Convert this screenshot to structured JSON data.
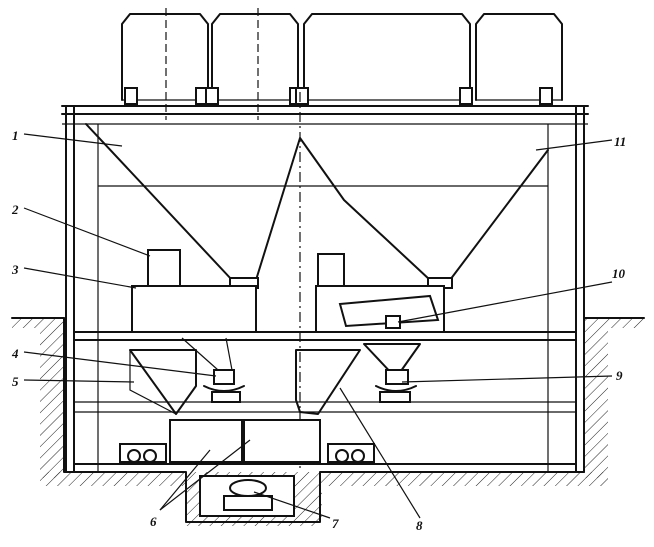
{
  "figure": {
    "callouts": [
      {
        "id": "c1",
        "text": "1"
      },
      {
        "id": "c2",
        "text": "2"
      },
      {
        "id": "c3",
        "text": "3"
      },
      {
        "id": "c4",
        "text": "4"
      },
      {
        "id": "c5",
        "text": "5"
      },
      {
        "id": "c6",
        "text": "6"
      },
      {
        "id": "c7",
        "text": "7"
      },
      {
        "id": "c8",
        "text": "8"
      },
      {
        "id": "c9",
        "text": "9"
      },
      {
        "id": "c10",
        "text": "10"
      },
      {
        "id": "c11",
        "text": "11"
      }
    ]
  },
  "colors": {
    "ink": "#111111",
    "paper": "#ffffff"
  }
}
